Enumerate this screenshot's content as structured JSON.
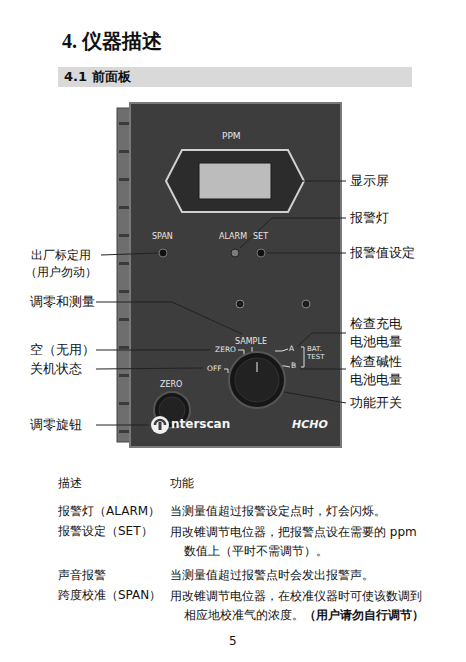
{
  "diagram": {
    "title": "4. 仪器描述",
    "labels": [
      "4.1 前面板",
      "PPM",
      "显示屏",
      "报警灯",
      "SPAN",
      "ALARM",
      "SET",
      "出厂标定用（用户勿动）",
      "报警值设定",
      "调零和测量",
      "检查充电电池电量",
      "SAMPLE",
      "空（无用）",
      "ZERO",
      "A",
      "BAT. TEST",
      "关机状态",
      "OFF",
      "B",
      "检查碱性电池电量",
      "ZERO",
      "功能开关",
      "调零旋钮",
      "nterscan",
      "HCHO",
      "描述",
      "功能",
      "报警灯（ALARM）",
      "当测量值超过报警设定点时，灯会闪烁。",
      "报警设定（SET）",
      "用改锥调节电位器，把报警点设在需要的 ppm 数值上（平时不需调节）。",
      "声音报警",
      "当测量值超过报警点时会发出报警声。",
      "跨度校准（SPAN）",
      "用改锥调节电位器，在校准仪器时可使该数调到相应地校准气的浓度。",
      "（用户请勿自行调节）",
      "5"
    ]
  }
}
